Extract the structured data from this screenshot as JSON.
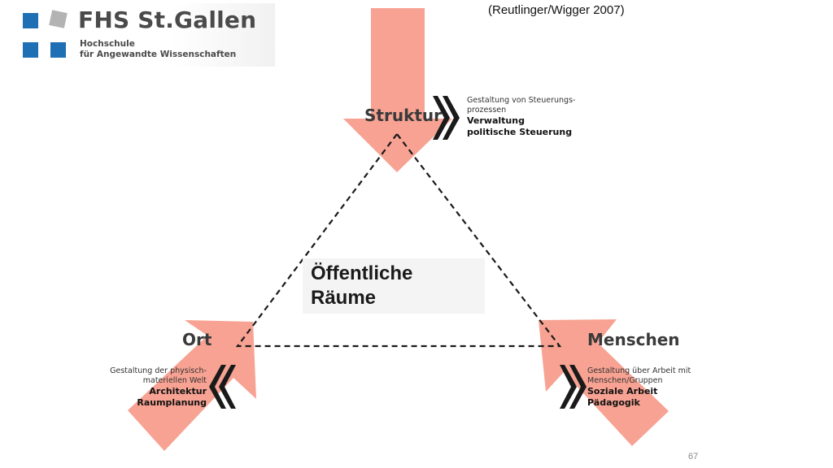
{
  "logo": {
    "title": "FHS St.Gallen",
    "subtitle_line1": "Hochschule",
    "subtitle_line2": "für Angewandte Wissenschaften",
    "colors": {
      "blue": "#1f6fb5",
      "gray": "#b3b3b3"
    }
  },
  "citation": "(Reutlinger/Wigger 2007)",
  "center": {
    "line1": "Öffentliche",
    "line2": "Räume"
  },
  "nodes": {
    "struktur": {
      "label": "Struktur",
      "desc_line1": "Gestaltung von Steuerungs-",
      "desc_line2": "prozessen",
      "strong1": "Verwaltung",
      "strong2": "politische Steuerung"
    },
    "ort": {
      "label": "Ort",
      "desc_line1": "Gestaltung der physisch-",
      "desc_line2": "materiellen Welt",
      "strong1": "Architektur",
      "strong2": "Raumplanung"
    },
    "menschen": {
      "label": "Menschen",
      "desc_line1": "Gestaltung über Arbeit mit",
      "desc_line2": "Menschen/Gruppen",
      "strong1": "Soziale Arbeit",
      "strong2": "Pädagogik"
    }
  },
  "colors": {
    "arrow": "#f7a292",
    "line": "#1a1a1a",
    "chevron": "#1a1a1a"
  },
  "page_number": "67"
}
